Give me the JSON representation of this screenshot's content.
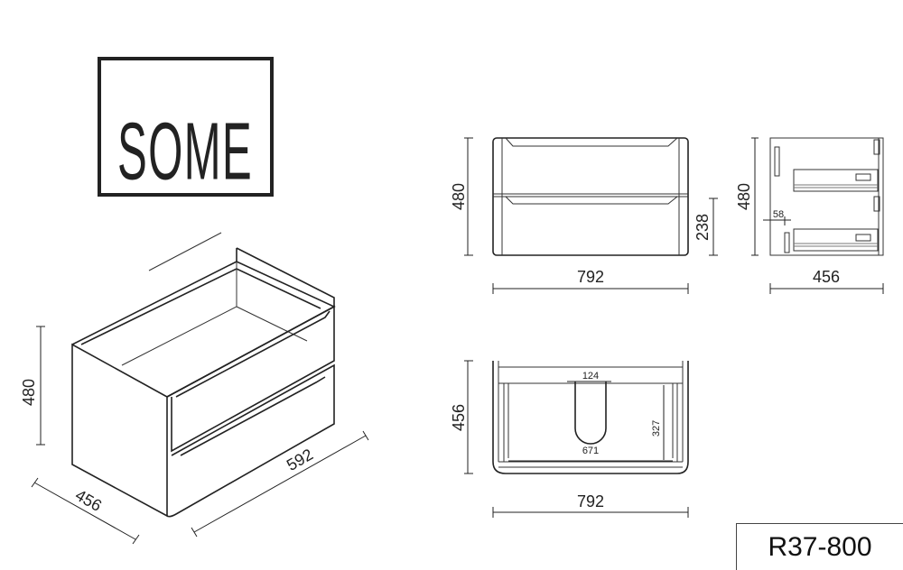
{
  "logo": {
    "text": "SOME"
  },
  "model_code": "R37-800",
  "iso_view": {
    "height": "480",
    "depth": "456",
    "width": "592"
  },
  "front_view": {
    "height": "480",
    "width": "792",
    "drawer_height": "238"
  },
  "side_view": {
    "height": "480",
    "depth": "456",
    "offset": "58"
  },
  "top_view": {
    "depth": "456",
    "width": "792",
    "cutout_width": "124",
    "inner_width": "671",
    "inner_depth": "327"
  }
}
